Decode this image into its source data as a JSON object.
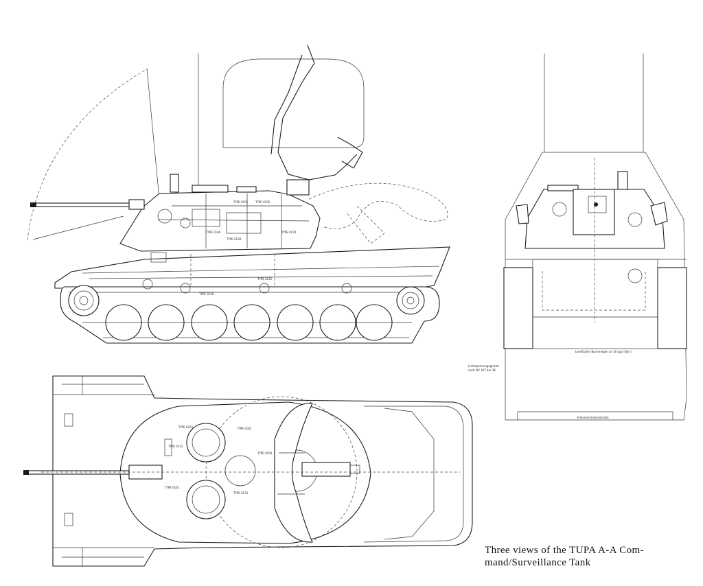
{
  "caption": {
    "line1": "Three views of the TUPA A-A Com-",
    "line2": "mand/Surveillance Tank"
  },
  "front_view": {
    "footnote": "Leerflache (Kurvenegen an 10 typs Styl.)",
    "side_note_1": "Lichtspannungsgrenze",
    "side_note_2": "nach DV 307 der 26",
    "base_note": "Schienenstrassenkante"
  },
  "side_view": {
    "labels": [
      "TYPE 0101",
      "TYPE 0102",
      "TYPE 0120",
      "TYPE 0122",
      "TYPE 0150",
      "TYPE 0160",
      "TYPE 0170"
    ]
  },
  "top_view": {
    "labels": [
      "TYPE 0151",
      "TYPE 0131",
      "TYPE 0131",
      "TYPE 0150",
      "TYPE 0161",
      "TYPE 0181"
    ]
  },
  "colors": {
    "ink": "#1a1a1a",
    "paper": "#ffffff"
  }
}
